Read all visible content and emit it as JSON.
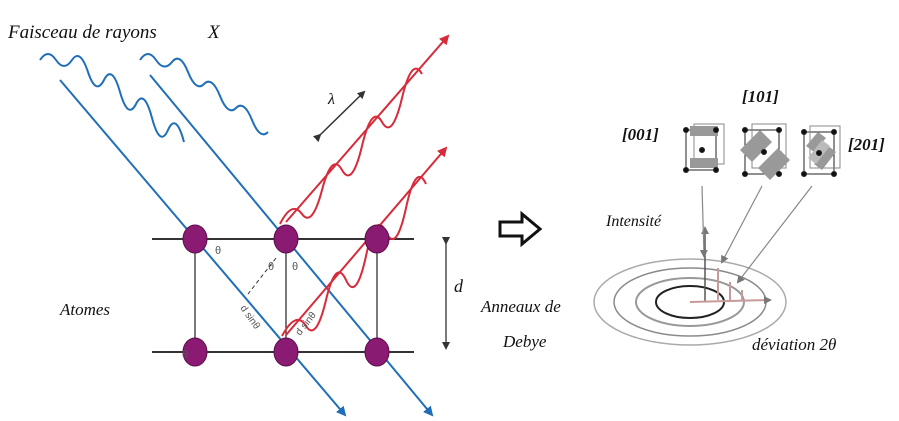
{
  "labels": {
    "beam": "Faisceau de rayons",
    "beam_symbol": "X",
    "lambda": "λ",
    "theta_1": "θ",
    "theta_2": "θ",
    "theta_3": "θ",
    "theta_4": "θ",
    "d": "d",
    "dsin_1": "d sinθ",
    "dsin_2": "d sinθ",
    "atoms": "Atomes",
    "rings_line1": "Anneaux de",
    "rings_line2": "Debye",
    "intensity": "Intensité",
    "deviation": "déviation 2θ",
    "plane_001": "[001]",
    "plane_101": "[101]",
    "plane_201": "[201]"
  },
  "colors": {
    "incident": "#1f6fb8",
    "diffracted": "#d62b3a",
    "atom": "#8b1a73",
    "lattice": "#333333",
    "rings": "#8a8a8a",
    "peak": "#c89a9a"
  },
  "icons": {
    "arrow": "double-right-arrow-icon"
  }
}
